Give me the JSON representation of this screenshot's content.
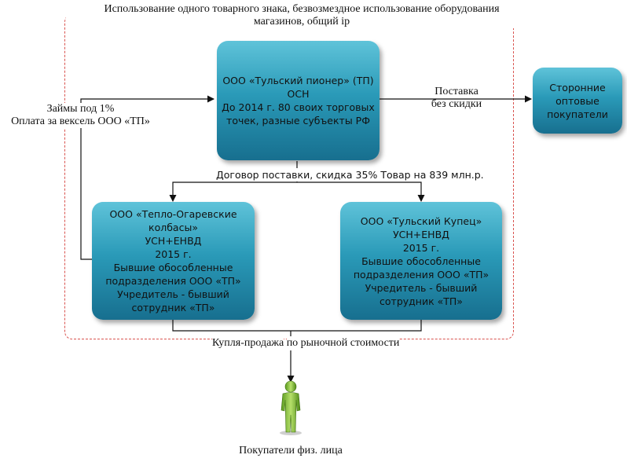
{
  "frame_caption": {
    "line1": "Использование одного товарного знака, безвозмездное использование оборудования",
    "line2": "магазинов, общий ip"
  },
  "box_tp": {
    "lines": [
      "ООО «Тульский пионер» (ТП)",
      "ОСН",
      "До 2014 г. 80 своих торговых",
      "точек, разные субъекты РФ"
    ]
  },
  "box_external": {
    "lines": [
      "Сторонние",
      "оптовые",
      "покупатели"
    ]
  },
  "box_teplo": {
    "lines": [
      "ООО «Тепло-Огаревские",
      "колбасы»",
      "УСН+ЕНВД",
      "2015 г.",
      "Бывшие обособленные",
      "подразделения ООО «ТП»",
      "Учредитель - бывший",
      "сотрудник «ТП»"
    ]
  },
  "box_kupets": {
    "lines": [
      "ООО «Тульский Купец»",
      "УСН+ЕНВД",
      "2015 г.",
      "Бывшие обособленные",
      "подразделения ООО «ТП»",
      "Учредитель - бывший",
      "сотрудник «ТП»"
    ]
  },
  "label_loans": {
    "line1": "Займы под 1%",
    "line2": "Оплата за вексель ООО «ТП»"
  },
  "label_supply": {
    "line1": "Поставка",
    "line2": "без скидки"
  },
  "label_contract": {
    "line1": "Договор поставки, скидка 35%",
    "line2": "Товар на 839 млн.р."
  },
  "label_sale": {
    "line1": "Купля-продажа",
    "line2": "по рыночной стоимости"
  },
  "label_buyers": "Покупатели физ. лица",
  "colors": {
    "box_top": "#5fc3d9",
    "box_bottom": "#176f8f",
    "frame_dash": "#d9534f",
    "person": "#8cc63f"
  },
  "icons": {
    "person": "person-icon"
  }
}
